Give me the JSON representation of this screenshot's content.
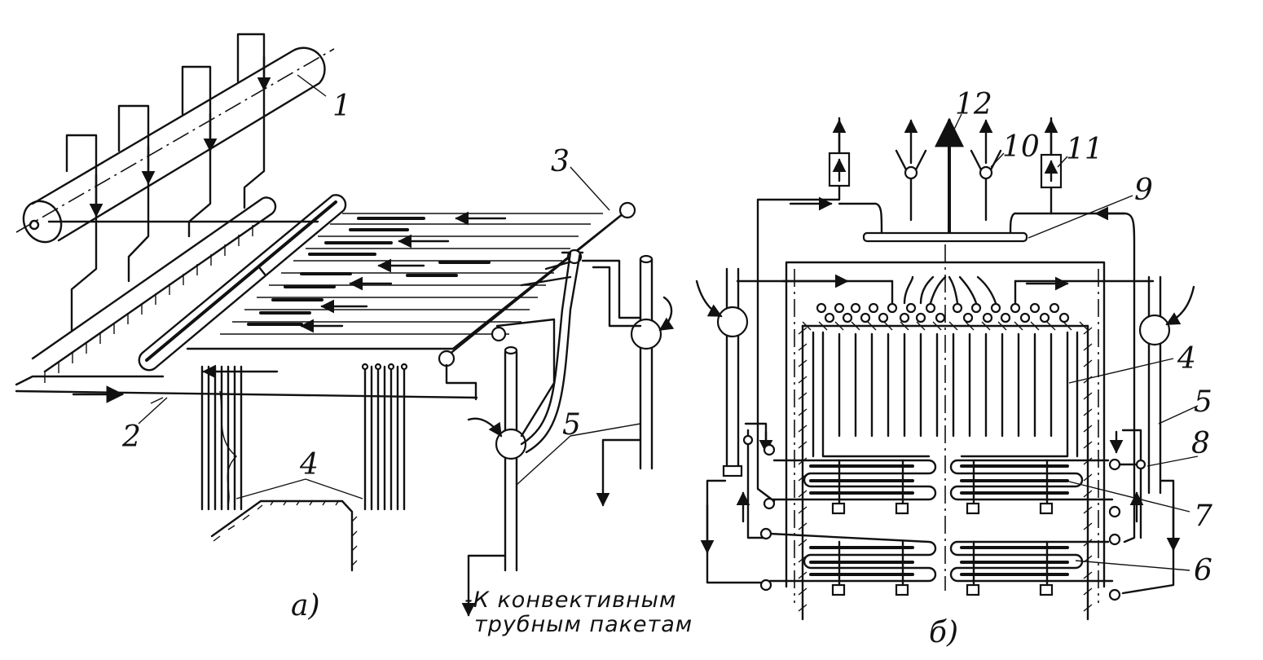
{
  "figure_a": {
    "caption": "а)",
    "labels": {
      "n1": "1",
      "n2": "2",
      "n3": "3",
      "n4": "4",
      "n5": "5"
    },
    "note_line1": "-К конвективным",
    "note_line2": "трубным пакетам"
  },
  "figure_b": {
    "caption": "б)",
    "labels": {
      "n4": "4",
      "n5": "5",
      "n6": "6",
      "n7": "7",
      "n8": "8",
      "n9": "9",
      "n10": "10",
      "n11": "11",
      "n12": "12"
    }
  }
}
